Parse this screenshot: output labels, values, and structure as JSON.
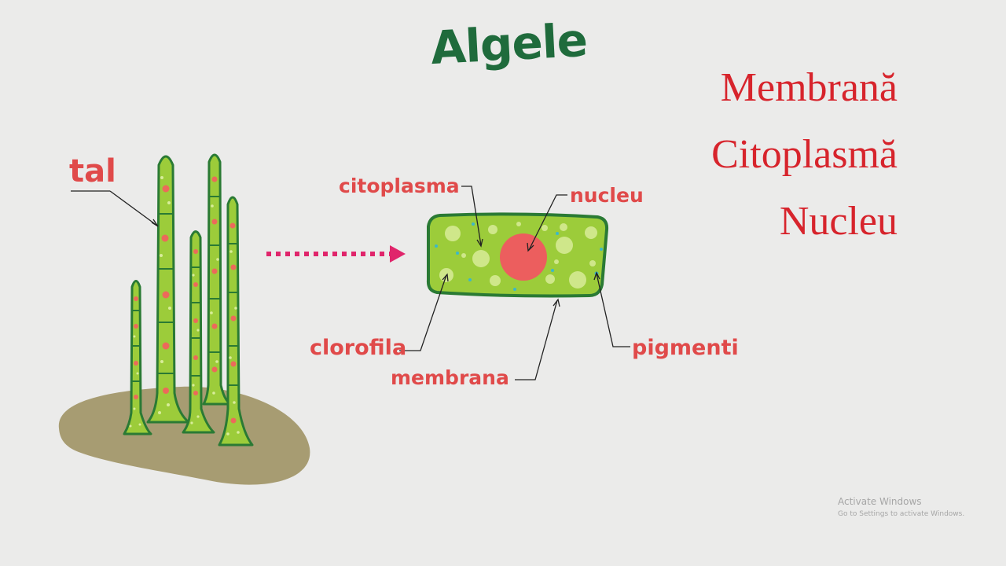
{
  "title": "Algele",
  "terms": [
    "Membrană",
    "Citoplasmă",
    "Nucleu"
  ],
  "labels": {
    "tal": "tal",
    "citoplasma": "citoplasma",
    "nucleu": "nucleu",
    "clorofila": "clorofila",
    "membrana": "membrana",
    "pigmenti": "pigmenti"
  },
  "watermark": {
    "line1": "Activate Windows",
    "line2": "Go to Settings to activate Windows."
  },
  "colors": {
    "title": "#1f6b3c",
    "term_text": "#d7242c",
    "label_text": "#e04a4a",
    "algae_fill": "#9ccc3a",
    "algae_outline": "#2a7a34",
    "nucleus": "#ec5e5e",
    "ground": "#a79c72",
    "arrow": "#e0256b"
  }
}
